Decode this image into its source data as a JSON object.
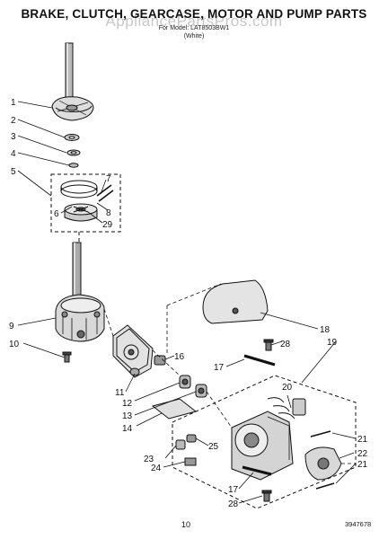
{
  "header": {
    "title": "BRAKE, CLUTCH, GEARCASE, MOTOR AND PUMP PARTS",
    "subtitle": "For Model: LAT8503BW1",
    "color": "(White)",
    "watermark": "AppliancePartsPros.com"
  },
  "callouts": [
    "1",
    "2",
    "3",
    "4",
    "5",
    "6",
    "7",
    "8",
    "29",
    "9",
    "10",
    "11",
    "12",
    "13",
    "14",
    "16",
    "17",
    "18",
    "19",
    "20",
    "21",
    "22",
    "23",
    "24",
    "25",
    "28"
  ],
  "callouts_repeated": {
    "17b": "17",
    "21b": "21",
    "28b": "28"
  },
  "footer": {
    "page_number": "10",
    "document_number": "3947678"
  }
}
